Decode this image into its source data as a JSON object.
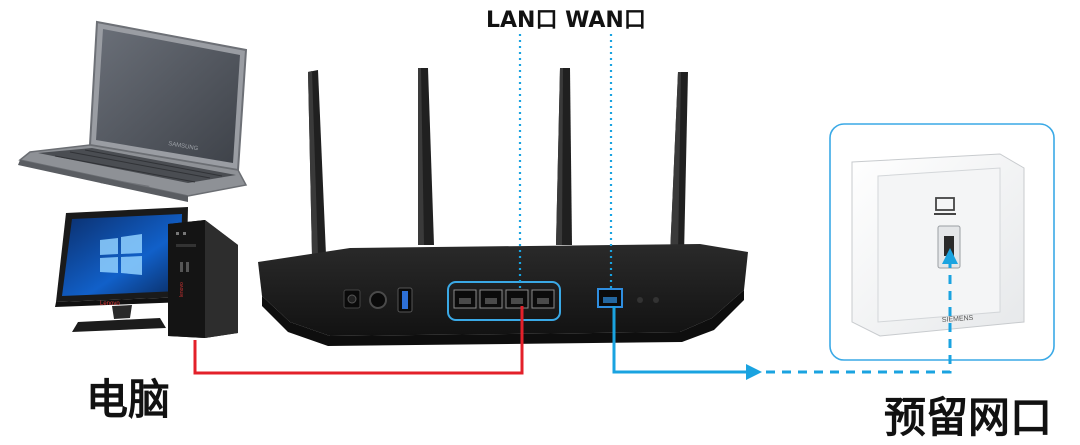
{
  "labels": {
    "ports": "LAN口 WAN口",
    "computer": "电脑",
    "wall_outlet": "预留网口"
  },
  "brands": {
    "laptop": "SAMSUNG",
    "monitor": "Lenovo",
    "wall_plate": "SIEMENS"
  },
  "colors": {
    "lan_cable": "#e3202a",
    "wan_cable": "#1aa3e0",
    "highlight": "#3aa9e6",
    "router_body": "#1c1c1c"
  }
}
